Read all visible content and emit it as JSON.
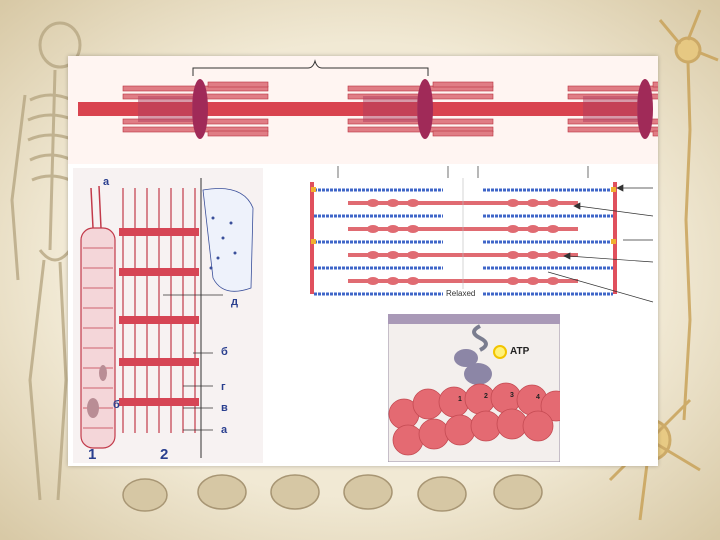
{
  "left_figure": {
    "labels": {
      "a_top": "а",
      "b_left": "б",
      "d": "д",
      "b_right": "б",
      "g": "г",
      "v": "в",
      "a_bottom": "а"
    },
    "figure_numbers": [
      "1",
      "2"
    ]
  },
  "sarcomere_panel": {
    "state_label": "Relaxed"
  },
  "myosin_panel": {
    "atp_label": "ATP",
    "actin_numbers": [
      "1",
      "2",
      "3",
      "4"
    ]
  }
}
